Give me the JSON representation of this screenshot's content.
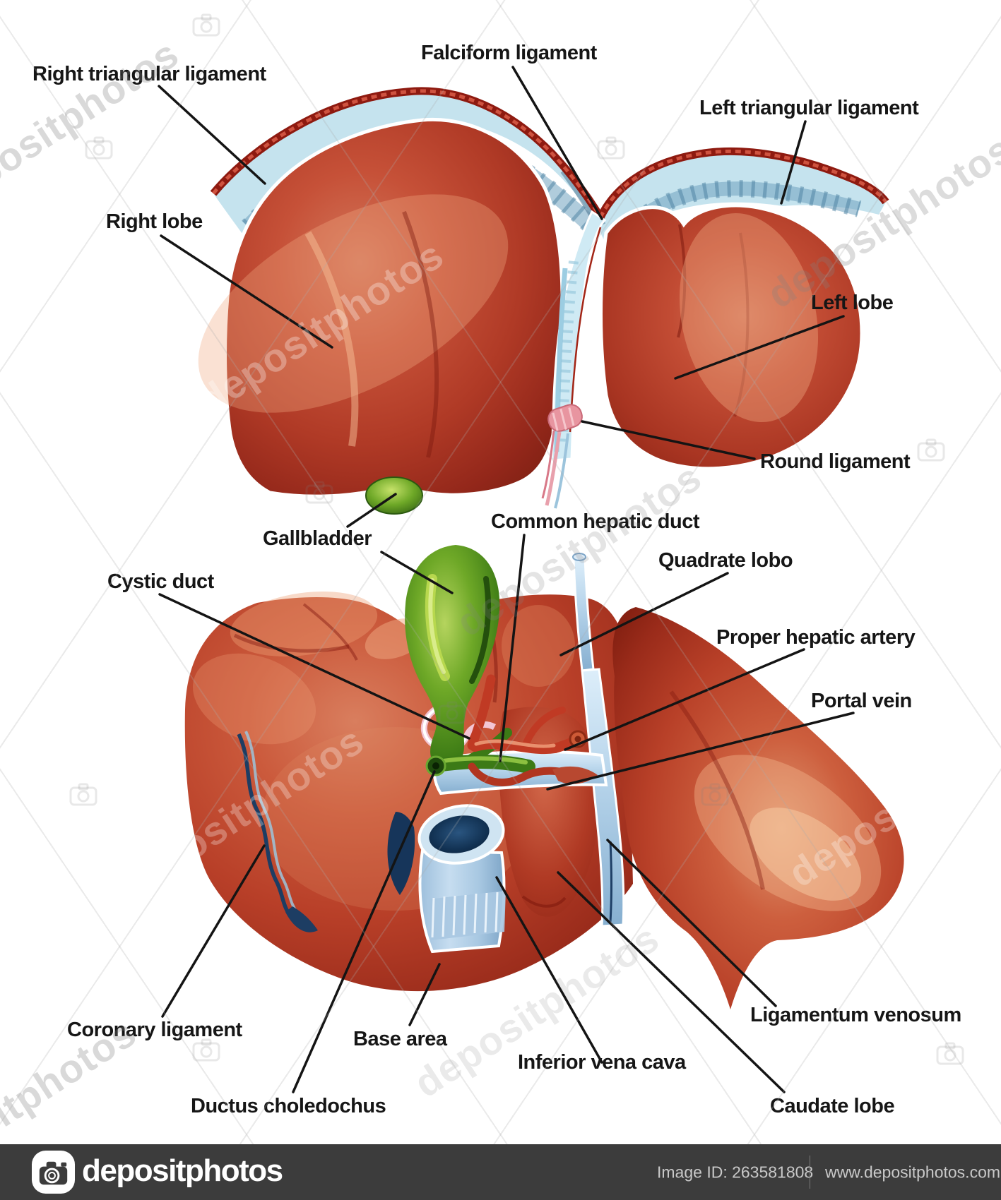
{
  "anatomy_labels": [
    {
      "id": "right-triangular-ligament",
      "text": "Right triangular ligament"
    },
    {
      "id": "falciform-ligament",
      "text": "Falciform ligament"
    },
    {
      "id": "left-triangular-ligament",
      "text": "Left triangular ligament"
    },
    {
      "id": "right-lobe",
      "text": "Right lobe"
    },
    {
      "id": "left-lobe",
      "text": "Left lobe"
    },
    {
      "id": "round-ligament",
      "text": "Round ligament"
    },
    {
      "id": "gallbladder",
      "text": "Gallbladder"
    },
    {
      "id": "common-hepatic-duct",
      "text": "Common hepatic duct"
    },
    {
      "id": "quadrate-lobo",
      "text": "Quadrate lobo"
    },
    {
      "id": "proper-hepatic-artery",
      "text": "Proper hepatic artery"
    },
    {
      "id": "portal-vein",
      "text": "Portal vein"
    },
    {
      "id": "cystic-duct",
      "text": "Cystic duct"
    },
    {
      "id": "coronary-ligament",
      "text": "Coronary ligament"
    },
    {
      "id": "base-area",
      "text": "Base area"
    },
    {
      "id": "inferior-vena-cava",
      "text": "Inferior vena cava"
    },
    {
      "id": "ductus-choledochus",
      "text": "Ductus choledochus"
    },
    {
      "id": "ligamentum-venosum",
      "text": "Ligamentum venosum"
    },
    {
      "id": "caudate-lobe",
      "text": "Caudate lobe"
    }
  ],
  "watermark": {
    "text": "depositphotos"
  },
  "footer": {
    "brand": "depositphotos",
    "image_id": "Image ID: 263581808",
    "url": "www.depositphotos.com"
  },
  "colors": {
    "liver_red": "#b83f28",
    "liver_highlight": "#d98a66",
    "membrane_blue": "#c5e3ee",
    "gallbladder_green": "#4e8f1d",
    "vessel_blue": "#b5d3ea",
    "lumen_navy": "#12304f",
    "artery_red": "#c03a24",
    "round_ligament_pink": "#e895a0",
    "label_text": "#161616",
    "footer_bg": "#3c3c3c",
    "footer_text": "#c9c9c9"
  }
}
